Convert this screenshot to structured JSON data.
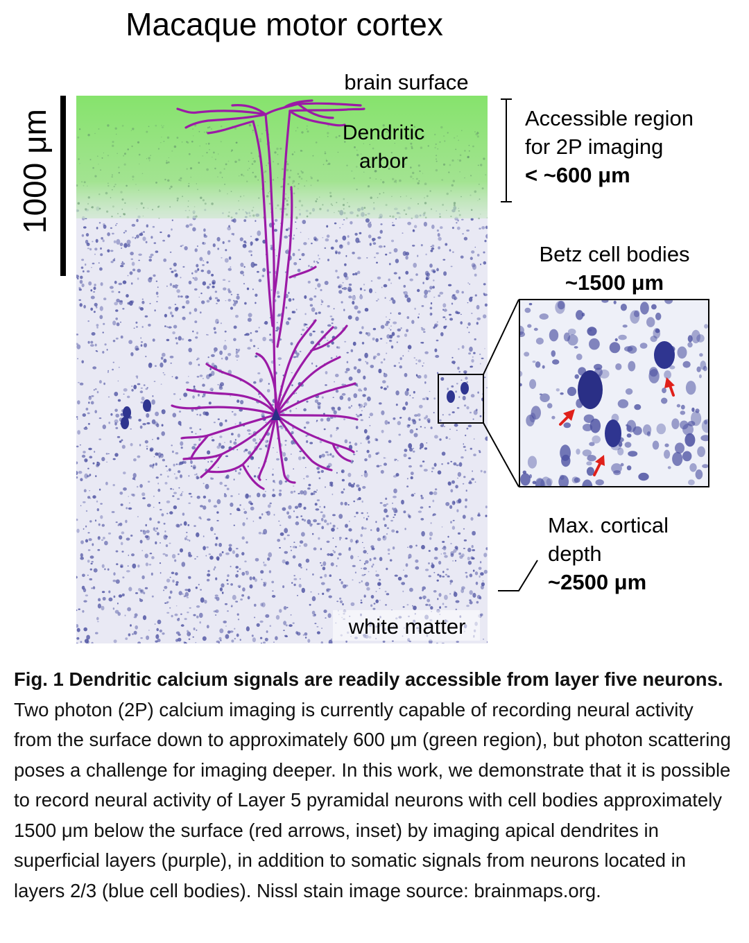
{
  "figure": {
    "title": "Macaque motor cortex",
    "scale_bar_label": "1000 μm",
    "labels": {
      "brain_surface": "brain surface",
      "dendritic_arbor_line1": "Dendritic",
      "dendritic_arbor_line2": "arbor",
      "white_matter": "white matter"
    },
    "accessible_region": {
      "line1": "Accessible region",
      "line2": "for 2P imaging",
      "line3": "< ~600 μm"
    },
    "betz": {
      "line1": "Betz cell bodies",
      "line2": "~1500 μm"
    },
    "max_depth": {
      "line1": "Max. cortical",
      "line2": "depth",
      "line3": "~2500 μm"
    },
    "colors": {
      "green_region": "#86e36c",
      "nissl_stain": "#4a4fa0",
      "tissue_bg": "#e9e9f4",
      "dendrite": "#9b1aa6",
      "arrow": "#e0201a"
    }
  },
  "caption": {
    "label": "Fig. 1 Dendritic calcium signals are readily accessible from layer five neurons.",
    "text": " Two photon (2P) calcium imaging is currently capable of recording neural activity from the surface down to approximately 600 μm (green region), but photon scattering poses a challenge for imaging deeper. In this work, we demonstrate that it is possible to record neural activity of Layer 5 pyramidal neurons with cell bodies approximately 1500 μm below the surface (red arrows, inset) by imaging apical dendrites in superficial layers (purple), in addition to somatic signals from neurons located in layers 2/3 (blue cell bodies). Nissl stain image source: brainmaps.org."
  }
}
